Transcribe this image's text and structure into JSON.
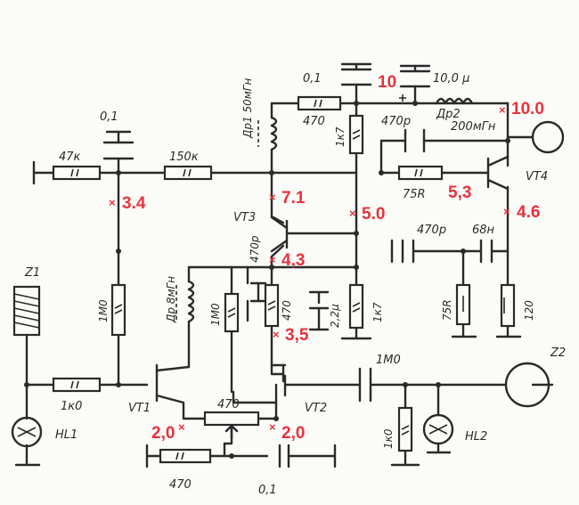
{
  "components": {
    "cap_0_1_top": "0,1",
    "cap_0_1_upper": "0,1",
    "r_47k": "47к",
    "r_150k": "150к",
    "r_470_top": "470",
    "inductor_dr1": "Др1 50мГн",
    "r_1k7_upper": "1к7",
    "cap_470p_fb": "470р",
    "cap_10u": "10,0 μ",
    "inductor_dr2": "Др2",
    "inductor_dr2_value": "200мГн",
    "r_75r_base": "75R",
    "vt4": "VT4",
    "vt3": "VT3",
    "cap_470p_vt3": "470р",
    "r_1m_left": "1М0",
    "inductor_dr_8u": "Др 8мГн",
    "r_1m_mid": "1М0",
    "r_470_mid": "470",
    "cap_2_2u": "2,2μ",
    "r_1k7_lower": "1к7",
    "cap_470p_out": "470р",
    "cap_68n": "68н",
    "r_75r_out": "75R",
    "r_120": "120",
    "z1": "Z1",
    "r_1k0_in": "1к0",
    "vt1": "VT1",
    "hl1": "HL1",
    "pot_470": "470",
    "vt2": "VT2",
    "cap_1m0": "1М0",
    "z2": "Z2",
    "r_1k0_out": "1к0",
    "hl2": "HL2",
    "r_470_bottom": "470",
    "cap_0_1_bottom": "0,1"
  },
  "voltages": {
    "v_10": "10",
    "v_10_0": "10.0",
    "v_3_4": "3.4",
    "v_7_1": "7.1",
    "v_5_0": "5.0",
    "v_5_3": "5,3",
    "v_4_6": "4.6",
    "v_4_3": "4,3",
    "v_3_5": "3,5",
    "v_2_0_left": "2,0",
    "v_2_0_right": "2,0"
  },
  "marker": "×",
  "colors": {
    "ink": "#2a2a2a",
    "annotation": "#e8323c",
    "paper": "#fbfbf8"
  }
}
